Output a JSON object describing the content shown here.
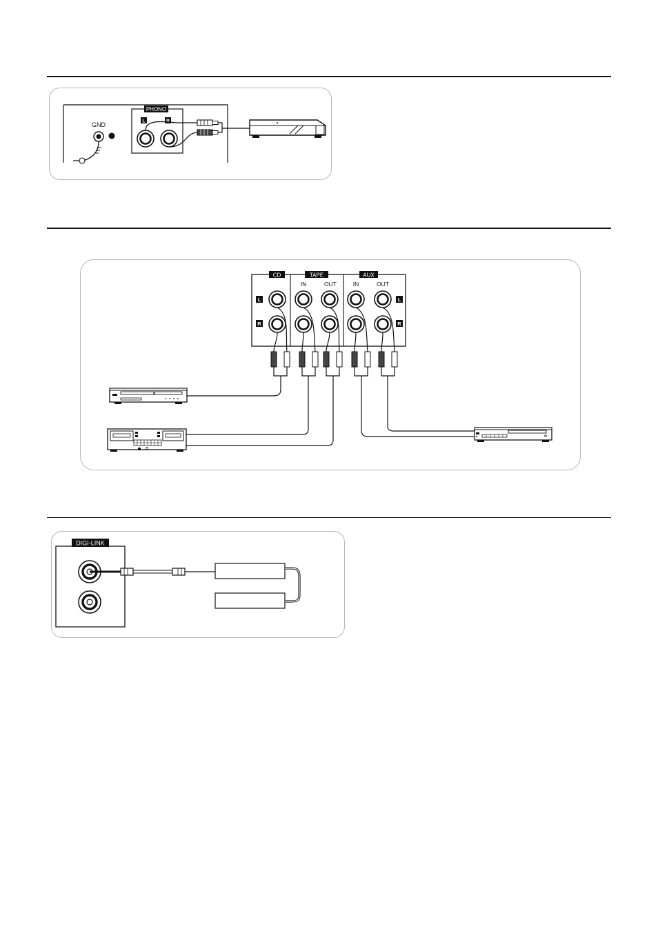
{
  "phono_section": {
    "gnd_label": "GND",
    "phono_label": "PHONO",
    "left_mark": "L",
    "right_mark": "R"
  },
  "line_section": {
    "cd_label": "CD",
    "tape_label": "TAPE",
    "aux_label": "AUX",
    "tape_in_label": "IN",
    "tape_out_label": "OUT",
    "aux_in_label": "IN",
    "aux_out_label": "OUT",
    "left_mark": "L",
    "right_mark": "R"
  },
  "digilink_section": {
    "digilink_label": "DIGI-LINK"
  }
}
